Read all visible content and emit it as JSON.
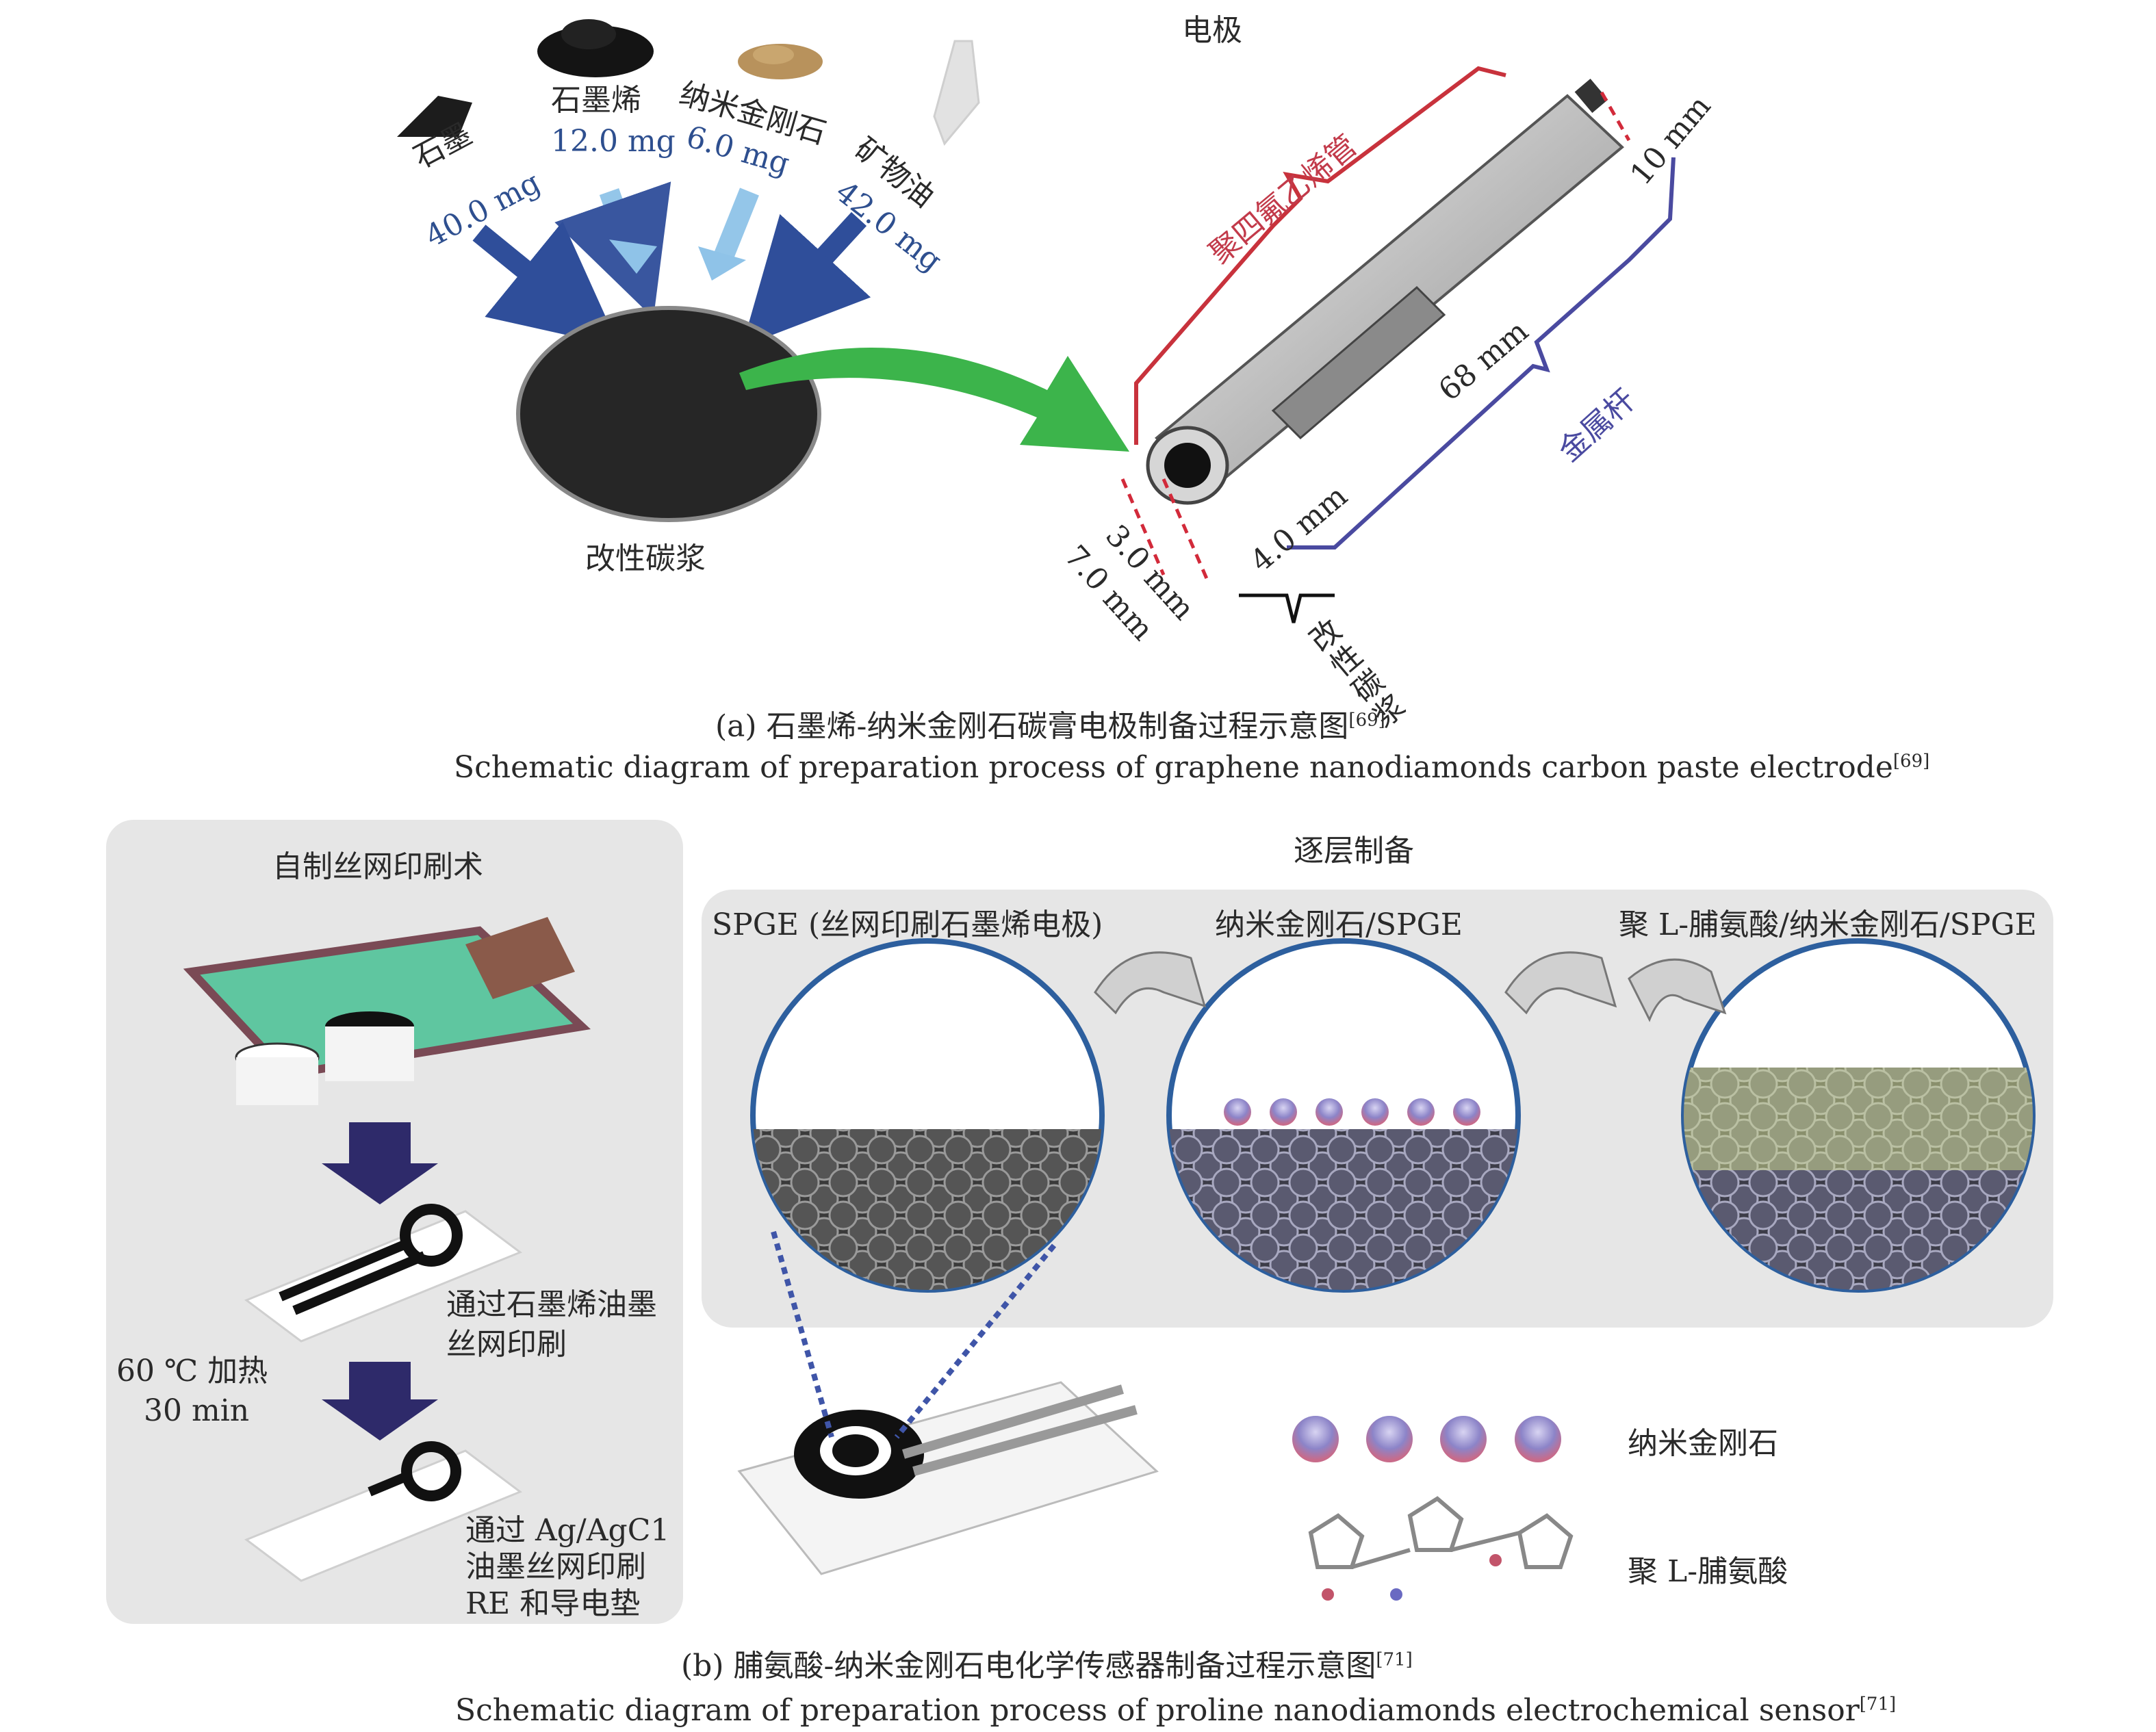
{
  "panel_a": {
    "electrode_title": "电极",
    "ingredients": [
      {
        "name": "石墨",
        "amount": "40.0 mg"
      },
      {
        "name": "石墨烯",
        "amount": "12.0 mg"
      },
      {
        "name": "纳米金刚石",
        "amount": "6.0 mg"
      },
      {
        "name": "矿物油",
        "amount": "42.0 mg"
      }
    ],
    "paste_label": "改性碳浆",
    "ptfe_tube_label": "聚四氟乙烯管",
    "metal_rod_label": "金属杆",
    "dimensions": {
      "top": "10 mm",
      "length": "68 mm",
      "inner": "3.0 mm",
      "outer": "7.0 mm",
      "depth": "4.0 mm"
    },
    "tip_label": "改性碳浆",
    "caption_cn": "(a) 石墨烯-纳米金刚石碳膏电极制备过程示意图",
    "caption_cn_ref": "[69]",
    "caption_en": "Schematic diagram of preparation process of graphene nanodiamonds carbon paste electrode",
    "caption_en_ref": "[69]"
  },
  "panel_b": {
    "screen_print_title": "自制丝网印刷术",
    "step1_label_line1": "通过石墨烯油墨",
    "step1_label_line2": "丝网印刷",
    "heat_line1": "60 ℃ 加热",
    "heat_line2": "30 min",
    "step2_label_line1": "通过 Ag/AgC1",
    "step2_label_line2": "油墨丝网印刷",
    "step2_label_line3": "RE 和导电垫",
    "layer_title": "逐层制备",
    "layer1": "SPGE (丝网印刷石墨烯电极)",
    "layer2": "纳米金刚石/SPGE",
    "layer3": "聚 L-脯氨酸/纳米金刚石/SPGE",
    "legend_nd": "纳米金刚石",
    "legend_pro": "聚 L-脯氨酸",
    "caption_cn": "(b) 脯氨酸-纳米金刚石电化学传感器制备过程示意图",
    "caption_cn_ref": "[71]",
    "caption_en": "Schematic diagram of preparation process of proline nanodiamonds electrochemical sensor",
    "caption_en_ref": "[71]"
  },
  "colors": {
    "dark_arrow": "#2f4e9a",
    "light_arrow": "#8fc3e8",
    "green_arrow": "#3cb44b",
    "ptfe_red": "#c8323c",
    "rod_purple": "#4a4aa0",
    "panel_gray": "#e6e6e6",
    "circle_blue": "#2d5f9e"
  }
}
